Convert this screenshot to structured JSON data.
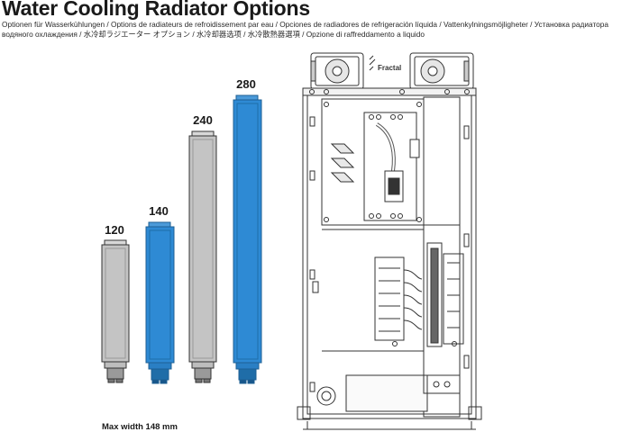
{
  "title": "Water Cooling Radiator Options",
  "subtitle": "Optionen für Wasserkühlungen / Options de radiateurs de refroidissement par eau / Opciones de radiadores de refrigeración líquida / Vattenkylningsmöjligheter / Установка радиатора водяного охлаждения / 水冷却ラジエーター オプション / 水冷却器选项 / 水冷散熱器選項 / Opzione di raffreddamento a liquido",
  "radiators": [
    {
      "label": "120",
      "color": "#c4c4c4"
    },
    {
      "label": "140",
      "color": "#2e8ad4"
    },
    {
      "label": "240",
      "color": "#c4c4c4"
    },
    {
      "label": "280",
      "color": "#2e8ad4"
    }
  ],
  "footnote": "Max width 148 mm",
  "case": {
    "brand_logo": "Fractal"
  },
  "colors": {
    "radiator_grey": "#c4c4c4",
    "radiator_blue": "#2e8ad4",
    "line": "#333333"
  }
}
